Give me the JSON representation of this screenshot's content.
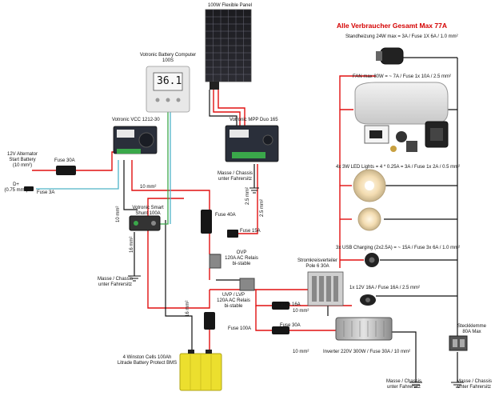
{
  "title": "Alle Verbraucher Gesamt Max 77A",
  "components": {
    "solar_panel": "100W Flexible Panel",
    "battery_computer": [
      "Votronic Battery Computer",
      "100S"
    ],
    "battery_computer_display": "36.1",
    "dcdc_charger": "Votronic VCC 1212-30",
    "mppt": "Votronic MPP Duo 165",
    "alternator": [
      "12V Alternator",
      "Start Battery",
      "(10 mm²)"
    ],
    "dplus": [
      "D+",
      "(0.75 mm²)"
    ],
    "smart_shunt": [
      "Votronic Smart",
      "Shunt 100A"
    ],
    "ovp": [
      "OVP",
      "120A AC Relais",
      "bi-stable"
    ],
    "uvp": [
      "UVP / LVP",
      "120A AC Relais",
      "bi-stable"
    ],
    "distributor": [
      "Stromkreisverteiler",
      "Pole 6 30A"
    ],
    "battery": [
      "4 Winston Cells 100Ah",
      "Litrade Battery Protect BMS"
    ],
    "inverter": "Inverter 220V 300W / Fuse  30A / 10 mm²",
    "terminal": [
      "Steckklemme",
      "80A Max"
    ]
  },
  "loads": [
    "Standheizung 24W max = 3A / Fuse 1X 6A / 1.0 mm²",
    "FAN max 80W = ~ 7A / Fuse 1x 10A / 2.5 mm²",
    "4x 3W LED Lights = 4 * 0.25A = 3A / Fuse 1x 2A / 0.5 mm²",
    "3x USB Charging (2x2.5A) = ~ 15A / Fuse 3x 6A / 1.0 mm²",
    "1x 12V 16A / Fuse  16A / 2.5 mm²"
  ],
  "fuses": {
    "f30a_alt": "Fuse 30A",
    "f3a": "Fuse 3A",
    "f40a": "Fuse 40A",
    "f15a": "Fuse 15A",
    "f100a": "Fuse 100A",
    "f16a": "Fuse 16A",
    "f30a_inv": "Fuse 30A"
  },
  "wire_labels": {
    "w10_top": "10 mm²",
    "w10_left": "10 mm²",
    "w16_left": "16 mm²",
    "w25_a": "2.5 mm²",
    "w25_b": "2.5 mm²",
    "w16_batt": "16 mm²",
    "w10_inv1": "10 mm²",
    "w10_inv2": "10 mm²"
  },
  "grounds": {
    "g_mppt": [
      "Masse / Chassis",
      "unter Fahrersitz"
    ],
    "g_left": [
      "Masse / Chassis",
      "unter Fahrersitz"
    ],
    "g_bottom1": [
      "Masse / Chassis",
      "unter Fahrersitz"
    ],
    "g_bottom2": [
      "Masse / Chassis",
      "unter Fahrersitz"
    ]
  },
  "colors": {
    "positive": "#e01010",
    "negative": "#111111",
    "signal": "#4fb3c8",
    "shunt_signal": "#3aa84a",
    "title": "#d40000",
    "battery": "#ecdf2e"
  }
}
